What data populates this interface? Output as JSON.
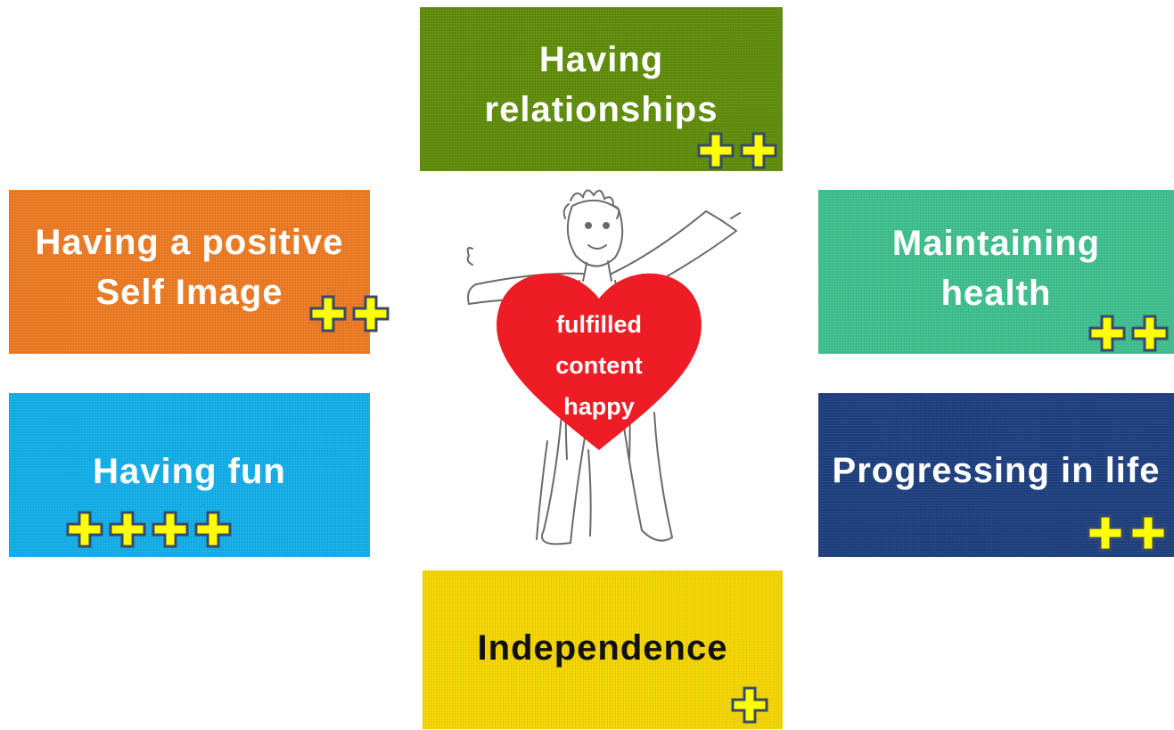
{
  "center": {
    "words": [
      "fulfilled",
      "content",
      "happy"
    ],
    "heart_color": "#ee1c24"
  },
  "boxes": {
    "relationships": {
      "label": "Having\nrelationships",
      "plus_count": 2,
      "color": "#5f8c0a"
    },
    "self_image": {
      "label": "Having a positive\nSelf Image",
      "plus_count": 2,
      "color": "#ec7a22"
    },
    "health": {
      "label": "Maintaining\nhealth",
      "plus_count": 2,
      "color": "#3ebf8e"
    },
    "fun": {
      "label": "Having fun",
      "plus_count": 4,
      "color": "#12aee8"
    },
    "progress": {
      "label": "Progressing in life",
      "plus_count": 2,
      "color": "#1d3f7e"
    },
    "independence": {
      "label": "Independence",
      "plus_count": 1,
      "color": "#f3d500"
    }
  },
  "plus_style": {
    "fill": "#ffff00",
    "outline": "#3a4a6a",
    "icon": "plus-icon"
  }
}
